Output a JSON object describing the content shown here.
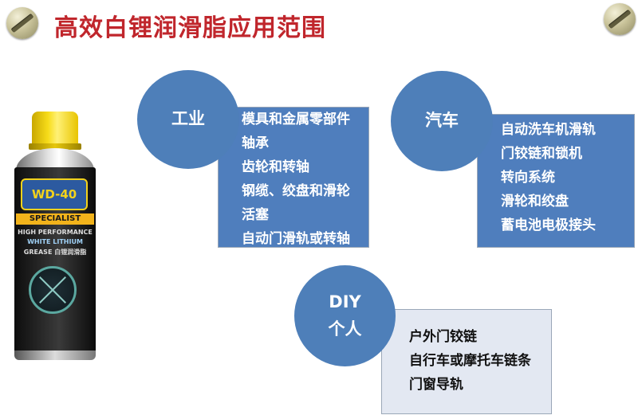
{
  "title": "高效白锂润滑脂应用范围",
  "product_image": {
    "brand": "WD-40",
    "specialist": "SPECIALIST",
    "line1": "HIGH PERFORMANCE",
    "line2": "WHITE LITHIUM",
    "line3": "GREASE 白锂润滑脂"
  },
  "categories": [
    {
      "name": "工业",
      "items": [
        "模具和金属零部件",
        "轴承",
        "齿轮和转轴",
        "钢缆、绞盘和滑轮",
        "活塞",
        "自动门滑轨或转轴"
      ]
    },
    {
      "name": "汽车",
      "items": [
        "自动洗车机滑轨",
        "门铰链和锁机",
        "转向系统",
        "滑轮和绞盘",
        "蓄电池电极接头"
      ]
    },
    {
      "name_line1": "DIY",
      "name_line2": "个人",
      "items": [
        "户外门铰链",
        "自行车或摩托车链条",
        "门窗导轨"
      ]
    }
  ],
  "colors": {
    "title": "#c0262c",
    "circle": "#4e7fb9",
    "box_blue": "#4f7ebd",
    "box_light": "#e3e8f2"
  }
}
